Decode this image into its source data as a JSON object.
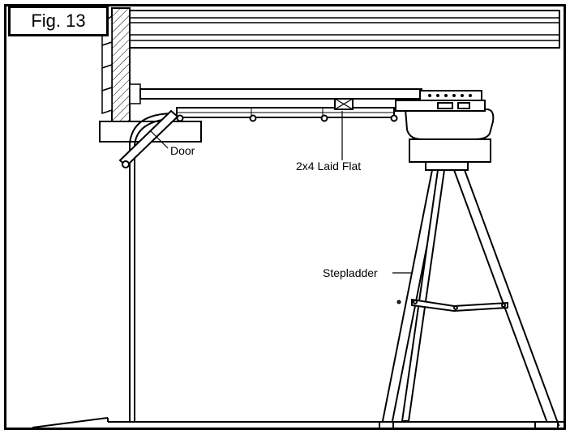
{
  "figure": {
    "label": "Fig. 13",
    "callouts": {
      "door": "Door",
      "board": "2x4 Laid Flat",
      "ladder": "Stepladder"
    }
  },
  "colors": {
    "line": "#000000",
    "background": "#ffffff"
  }
}
